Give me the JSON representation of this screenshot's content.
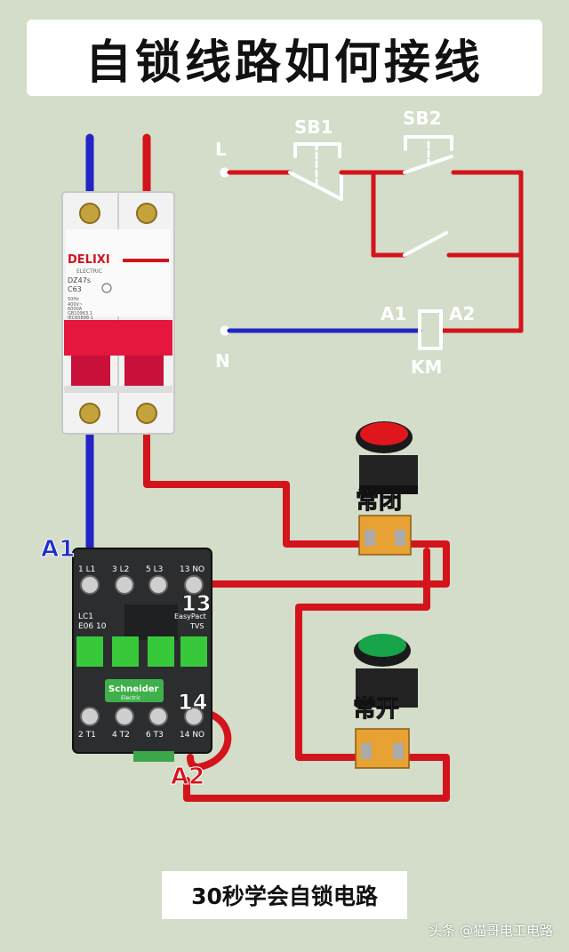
{
  "title": "自锁线路如何接线",
  "schematic": {
    "terminal_l": "L",
    "terminal_n": "N",
    "sb1": "SB1",
    "sb2": "SB2",
    "coil_a1": "A1",
    "coil_a2": "A2",
    "coil_name": "KM"
  },
  "breaker": {
    "brand": "DELIXI",
    "subtitle": "ELECTRIC",
    "model": "DZ47s",
    "rating": "C63",
    "spec_lines": [
      "50Hz",
      "400V~",
      "6000A",
      "GB10963.1",
      "IEC60898-1"
    ]
  },
  "contactor": {
    "top_terminals": [
      "1 L1",
      "3 L2",
      "5 L3",
      "13 NO"
    ],
    "bottom_terminals": [
      "2 T1",
      "4 T2",
      "6 T3",
      "14 NO"
    ],
    "model_line1": "LC1",
    "model_line2": "E06 10",
    "series_line1": "EasyPact",
    "series_line2": "TVS",
    "brand": "Schneider",
    "brand_sub": "Electric",
    "callout_a1": "A1",
    "callout_a2": "A2",
    "callout_13": "13",
    "callout_14": "14"
  },
  "buttons": {
    "nc_label": "常闭",
    "no_label": "常开"
  },
  "colors": {
    "live_wire": "#d3141c",
    "neutral_wire": "#2323c8",
    "stop_button": "#e0161d",
    "start_button": "#17a34a",
    "contactor_window": "#38c93a",
    "breaker_lever": "#e5173f"
  },
  "footer": "30秒学会自锁电路",
  "watermark": "头条 @猫哥电工电路"
}
